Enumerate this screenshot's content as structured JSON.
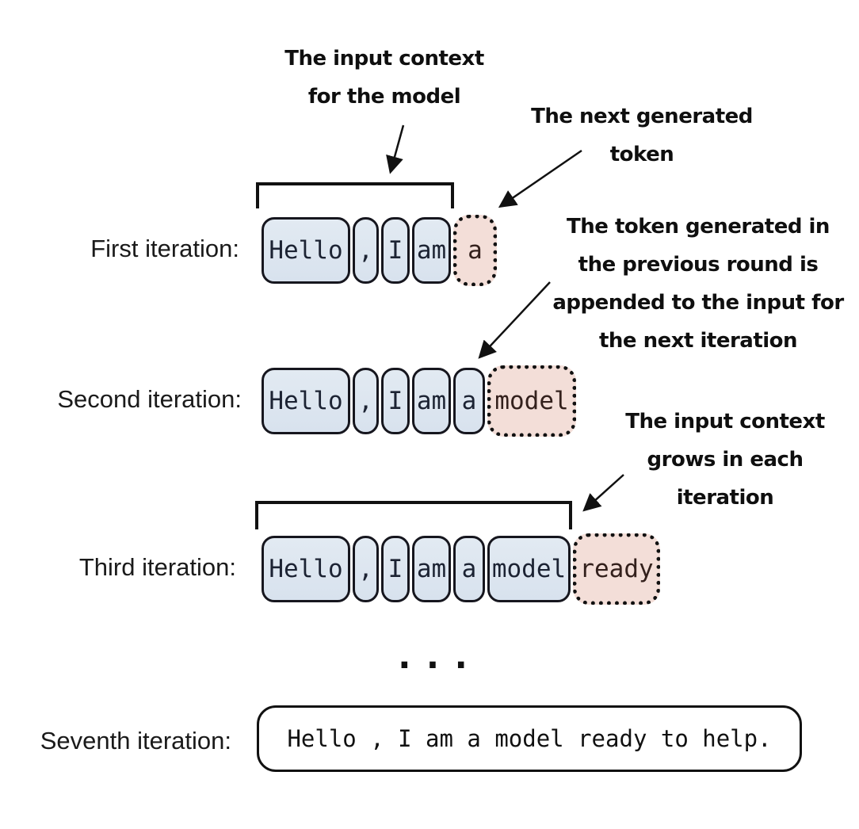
{
  "annotations": {
    "input_context": {
      "lines": [
        "The input context",
        "for the model"
      ]
    },
    "next_token": {
      "lines": [
        "The next generated",
        "token"
      ]
    },
    "appended": {
      "lines": [
        "The token generated in",
        "the previous round is",
        "appended to the input for",
        "the next iteration"
      ]
    },
    "grows": {
      "lines": [
        "The input context",
        "grows in each",
        "iteration"
      ]
    }
  },
  "rows": [
    {
      "label": "First iteration:",
      "context_tokens": [
        "Hello",
        ",",
        "I",
        "am"
      ],
      "generated_token": "a"
    },
    {
      "label": "Second iteration:",
      "context_tokens": [
        "Hello",
        ",",
        "I",
        "am",
        "a"
      ],
      "generated_token": "model"
    },
    {
      "label": "Third iteration:",
      "context_tokens": [
        "Hello",
        ",",
        "I",
        "am",
        "a",
        "model"
      ],
      "generated_token": "ready"
    }
  ],
  "ellipsis": "...",
  "final_row": {
    "label": "Seventh iteration:",
    "text": "Hello , I am a model ready to help."
  },
  "colors": {
    "token_fill": "#e2eaf2",
    "token_border": "#16161e",
    "token_text": "#1c2333",
    "generated_fill": "#f3ded8",
    "generated_border": "#111111",
    "generated_text": "#33201c"
  }
}
